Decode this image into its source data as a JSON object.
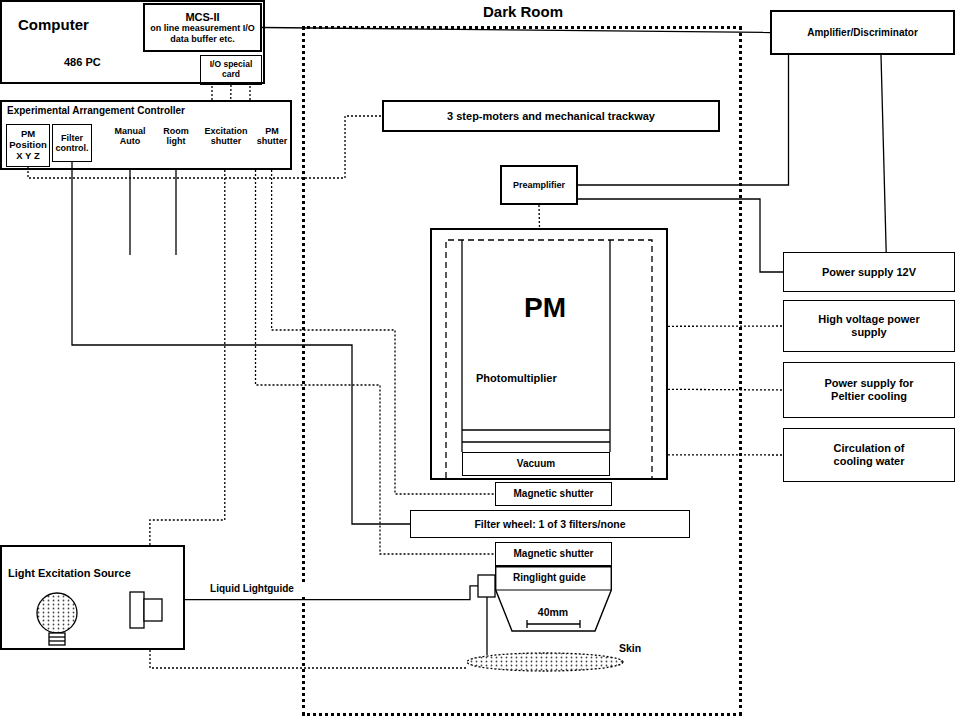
{
  "diagram": {
    "nodes": [
      {
        "text": [
          "Computer",
          "486 PC"
        ]
      },
      {
        "text": [
          "MCS-II",
          "on line measurement I/O data buffer etc."
        ],
        "in": 0
      },
      {
        "text": [
          "I/O special card"
        ],
        "in": 0
      },
      {
        "text": [
          "Experimental Arrangement Controller"
        ]
      },
      {
        "text": [
          "PM Position",
          "X Y Z"
        ],
        "in": 3
      },
      {
        "text": [
          "Filter control."
        ],
        "in": 3
      },
      {
        "text": [
          "Dark Room"
        ]
      },
      {
        "text": [
          "3 step-moters and mechanical trackway"
        ],
        "in": 6
      },
      {
        "text": [
          "Preamplifier"
        ],
        "in": 6
      },
      {
        "text": [
          "PM",
          "Photomultiplier"
        ],
        "in": 6
      },
      {
        "text": [
          "Vacuum"
        ],
        "in": 9
      },
      {
        "text": [
          "Magnetic shutter"
        ],
        "in": 6
      },
      {
        "text": [
          "Filter wheel: 1 of 3 filters/none"
        ],
        "in": 6
      },
      {
        "text": [
          "Magnetic shutter"
        ],
        "in": 6
      },
      {
        "text": [
          "Ringlight guide"
        ],
        "in": 6
      },
      {
        "text": [
          "Amplifier/Discriminator"
        ]
      },
      {
        "text": [
          "Power supply 12V"
        ]
      },
      {
        "text": [
          "High voltage power supply"
        ]
      },
      {
        "text": [
          "Power supply for Peltier cooling"
        ]
      },
      {
        "text": [
          "Circulation of cooling water"
        ]
      },
      {
        "text": [
          "Light Excitation Source"
        ]
      }
    ],
    "edges": [
      {
        "from": 1,
        "to": 15,
        "arrow": "none"
      },
      {
        "from": 8,
        "to": 15,
        "arrow": "none"
      },
      {
        "from": 8,
        "to": 16,
        "arrow": "none"
      },
      {
        "from": 15,
        "to": 16,
        "arrow": "none"
      },
      {
        "from": 2,
        "to": 3,
        "arrow": "none"
      },
      {
        "from": 9,
        "to": 17,
        "arrow": "none"
      },
      {
        "from": 9,
        "to": 18,
        "arrow": "none"
      },
      {
        "from": 9,
        "to": 19,
        "arrow": "none"
      },
      {
        "from": 4,
        "to": 7,
        "arrow": "none"
      },
      {
        "from": 5,
        "to": 12,
        "arrow": "none"
      },
      {
        "from": 3,
        "to": 11,
        "arrow": "none"
      },
      {
        "from": 3,
        "to": 13,
        "arrow": "none"
      },
      {
        "from": 3,
        "to": 20,
        "arrow": "none"
      },
      {
        "from": 20,
        "to": 14,
        "label": "Liquid Lightguide",
        "arrow": "none"
      },
      {
        "from": 8,
        "to": 9,
        "arrow": "none"
      }
    ],
    "labels": [
      "Manual Auto",
      "Room light",
      "Excitation shutter",
      "PM shutter",
      "40mm",
      "Skin"
    ]
  }
}
